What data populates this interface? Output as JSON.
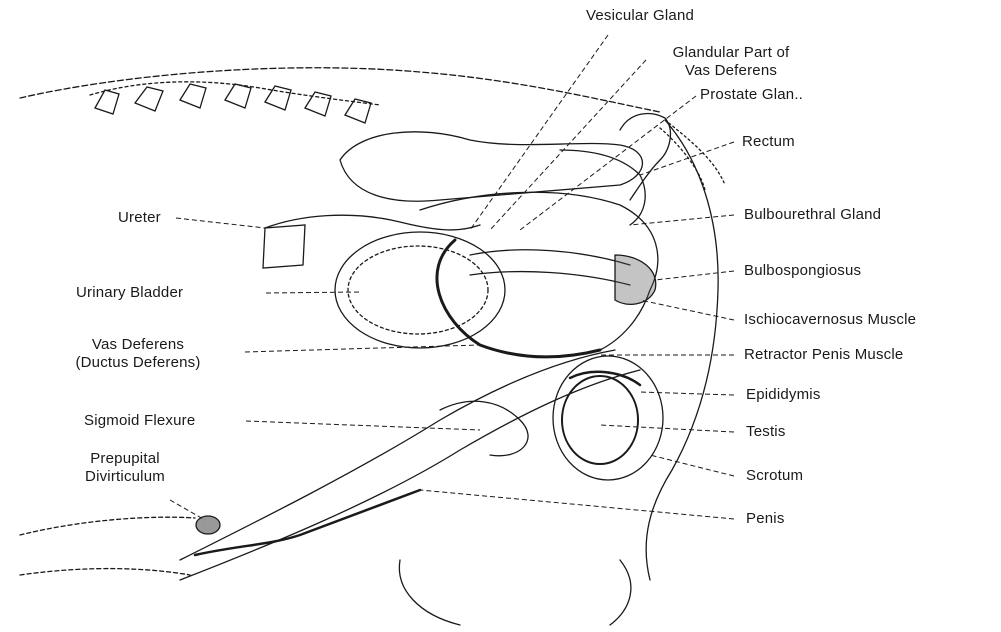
{
  "labels": {
    "vesicular_gland": "Vesicular Gland",
    "glandular_part_1": "Glandular Part of",
    "glandular_part_2": "Vas Deferens",
    "prostate_gland": "Prostate Glan..",
    "rectum": "Rectum",
    "bulbourethral_gland": "Bulbourethral Gland",
    "bulbospongiosus": "Bulbospongiosus",
    "ischiocavernosus": "Ischiocavernosus Muscle",
    "retractor_penis": "Retractor Penis Muscle",
    "epididymis": "Epididymis",
    "testis": "Testis",
    "scrotum": "Scrotum",
    "penis": "Penis",
    "ureter": "Ureter",
    "urinary_bladder": "Urinary Bladder",
    "vas_deferens_1": "Vas Deferens",
    "vas_deferens_2": "(Ductus Deferens)",
    "sigmoid_flexure": "Sigmoid Flexure",
    "prepupital_1": "Prepupital",
    "prepupital_2": "Divirticulum"
  },
  "colors": {
    "ink": "#1a1a1a",
    "shade": "#555555",
    "background": "#ffffff"
  }
}
